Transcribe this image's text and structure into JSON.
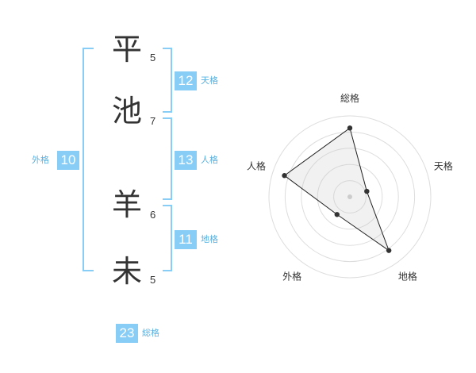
{
  "name": {
    "chars": [
      {
        "char": "平",
        "strokes": "5"
      },
      {
        "char": "池",
        "strokes": "7"
      },
      {
        "char": "羊",
        "strokes": "6"
      },
      {
        "char": "未",
        "strokes": "5"
      }
    ]
  },
  "fortune": {
    "tenkaku": {
      "label": "天格",
      "value": "12"
    },
    "jinkaku": {
      "label": "人格",
      "value": "13"
    },
    "chikaku": {
      "label": "地格",
      "value": "11"
    },
    "gaikaku": {
      "label": "外格",
      "value": "10"
    },
    "soukaku": {
      "label": "総格",
      "value": "23"
    }
  },
  "colors": {
    "accent": "#88cdf6",
    "label": "#5ab0e0",
    "text": "#333333",
    "ring": "#dddddd"
  },
  "chart_data": {
    "type": "radar",
    "axes": [
      "総格",
      "天格",
      "地格",
      "外格",
      "人格"
    ],
    "values": [
      0.85,
      0.22,
      0.82,
      0.27,
      0.85
    ],
    "max": 1
  }
}
